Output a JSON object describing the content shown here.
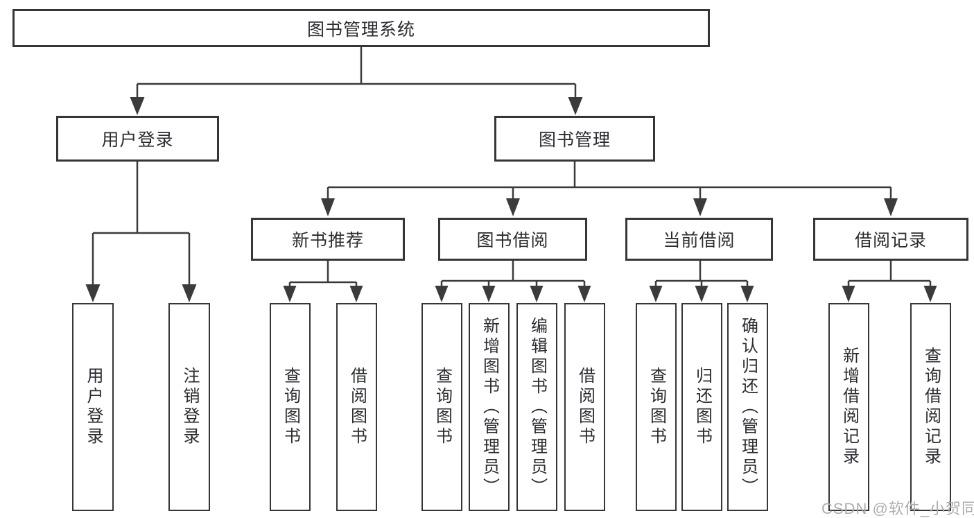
{
  "diagram": {
    "root_label": "图书管理系统",
    "branches": [
      {
        "label": "用户登录",
        "leaves": [
          "用户登录",
          "注销登录"
        ]
      },
      {
        "label": "图书管理",
        "groups": [
          {
            "label": "新书推荐",
            "leaves": [
              "查询图书",
              "借阅图书"
            ]
          },
          {
            "label": "图书借阅",
            "leaves": [
              "查询图书",
              "新增图书（管理员）",
              "编辑图书（管理员）",
              "借阅图书"
            ]
          },
          {
            "label": "当前借阅",
            "leaves": [
              "查询图书",
              "归还图书",
              "确认归还（管理员）"
            ]
          },
          {
            "label": "借阅记录",
            "leaves": [
              "新增借阅记录",
              "查询借阅记录"
            ]
          }
        ]
      }
    ]
  },
  "watermark": {
    "text": "CSDN @软件_小贺同学"
  },
  "colors": {
    "line": "#3b3b3b",
    "box_border": "#363636",
    "text": "#2a2c31",
    "watermark_text": "#adadad",
    "background": "#ffffff"
  }
}
